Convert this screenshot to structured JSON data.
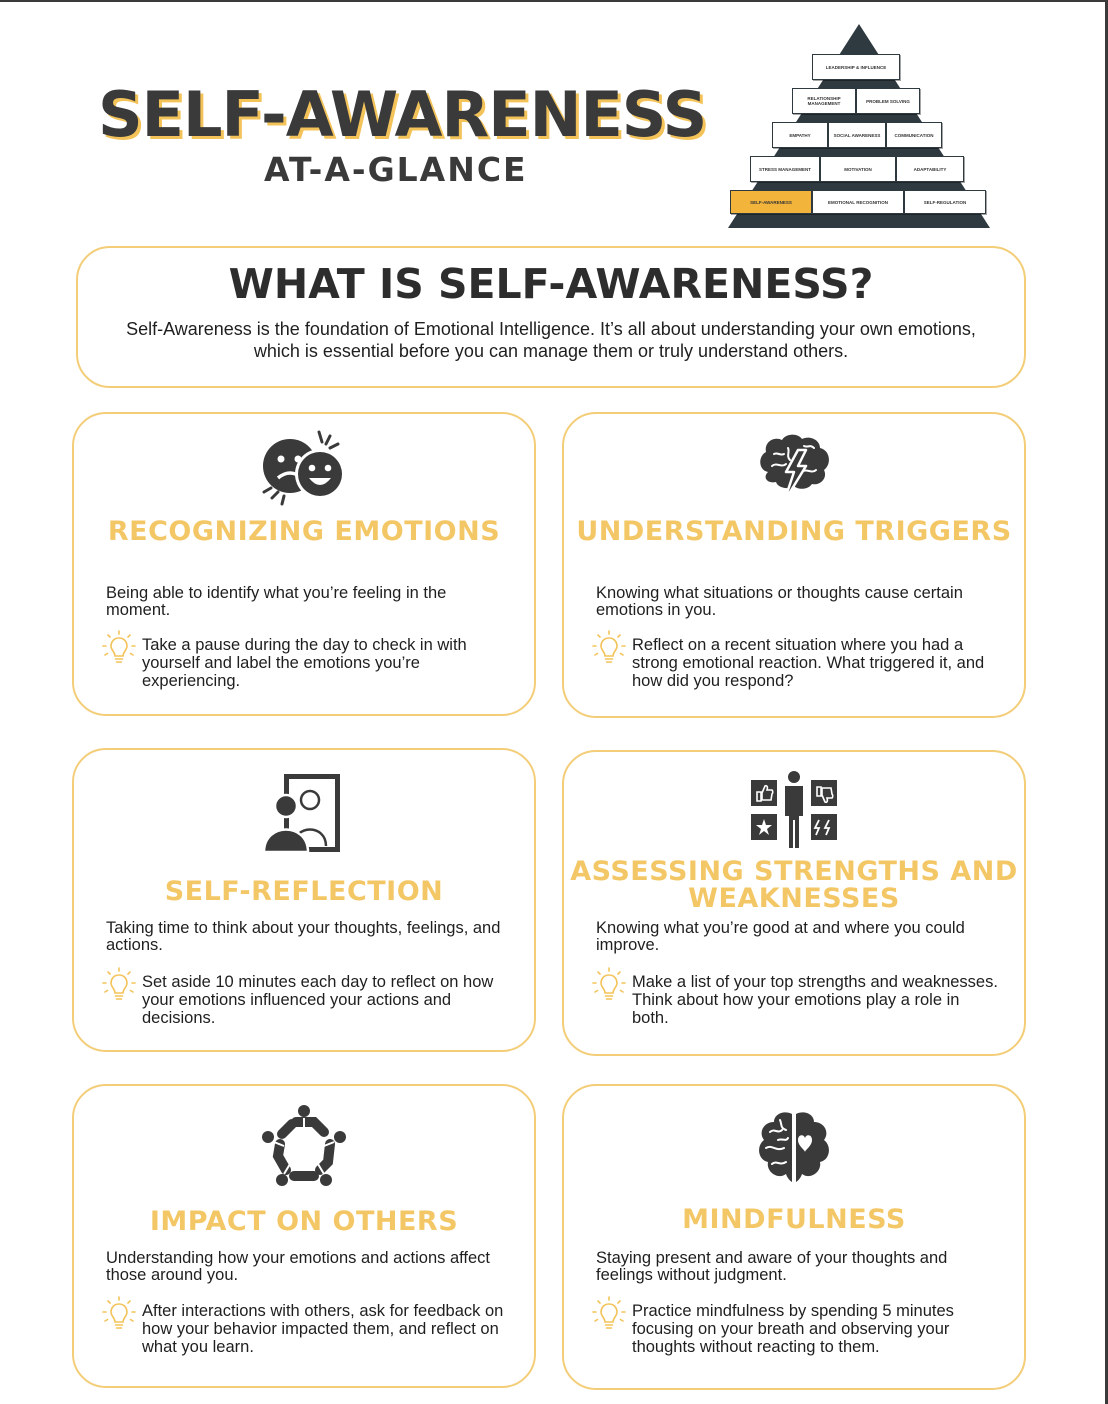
{
  "header": {
    "title": "SELF-AWARENESS",
    "subtitle": "AT-A-GLANCE"
  },
  "pyramid": {
    "rows": [
      [
        "LEADERSHIP & INFLUENCE"
      ],
      [
        "RELATIONSHIP MANAGEMENT",
        "PROBLEM SOLVING"
      ],
      [
        "EMPATHY",
        "SOCIAL AWARENESS",
        "COMMUNICATION"
      ],
      [
        "STRESS MANAGEMENT",
        "MOTIVATION",
        "ADAPTABILITY"
      ],
      [
        "SELF-AWARENESS",
        "EMOTIONAL RECOGNITION",
        "SELF-REGULATION"
      ]
    ],
    "highlight": "SELF-AWARENESS",
    "highlight_color": "#f3b43c"
  },
  "intro": {
    "title": "WHAT IS SELF-AWARENESS?",
    "body": "Self-Awareness is the foundation of Emotional Intelligence. It’s all about understanding your own emotions, which is essential before you can manage them or truly understand others."
  },
  "cards": [
    {
      "icon": "emotions-faces-icon",
      "title": "RECOGNIZING EMOTIONS",
      "description": "Being able to identify what you’re feeling in the moment.",
      "tip": "Take a pause during the day to check in with yourself and label the emotions you’re experiencing."
    },
    {
      "icon": "brain-lightning-icon",
      "title": "UNDERSTANDING TRIGGERS",
      "description": "Knowing what situations or thoughts cause certain emotions in you.",
      "tip": "Reflect on a recent situation where you had a strong emotional reaction. What triggered it, and how did you respond?"
    },
    {
      "icon": "mirror-person-icon",
      "title": "SELF-REFLECTION",
      "description": "Taking time to think about your thoughts, feelings, and actions.",
      "tip": "Set aside 10 minutes each day to reflect on how your emotions influenced your actions and decisions."
    },
    {
      "icon": "strengths-weaknesses-icon",
      "title": "ASSESSING STRENGTHS AND WEAKNESSES",
      "description": "Knowing what you’re good at and where you could improve.",
      "tip": "Make a list of your top strengths and weaknesses. Think about how your emotions play a role in both."
    },
    {
      "icon": "people-circle-icon",
      "title": "IMPACT ON OTHERS",
      "description": "Understanding how your emotions and actions affect those around you.",
      "tip": "After interactions with others, ask for feedback on how your behavior impacted them, and reflect on what you learn."
    },
    {
      "icon": "brain-heart-icon",
      "title": "MINDFULNESS",
      "description": "Staying present and aware of your thoughts and feelings without judgment.",
      "tip": "Practice mindfulness by spending 5 minutes focusing on your breath and observing your thoughts without reacting to them."
    }
  ],
  "colors": {
    "accent": "#f4c766",
    "border": "#f3cd78",
    "dark": "#3a3a3a"
  }
}
